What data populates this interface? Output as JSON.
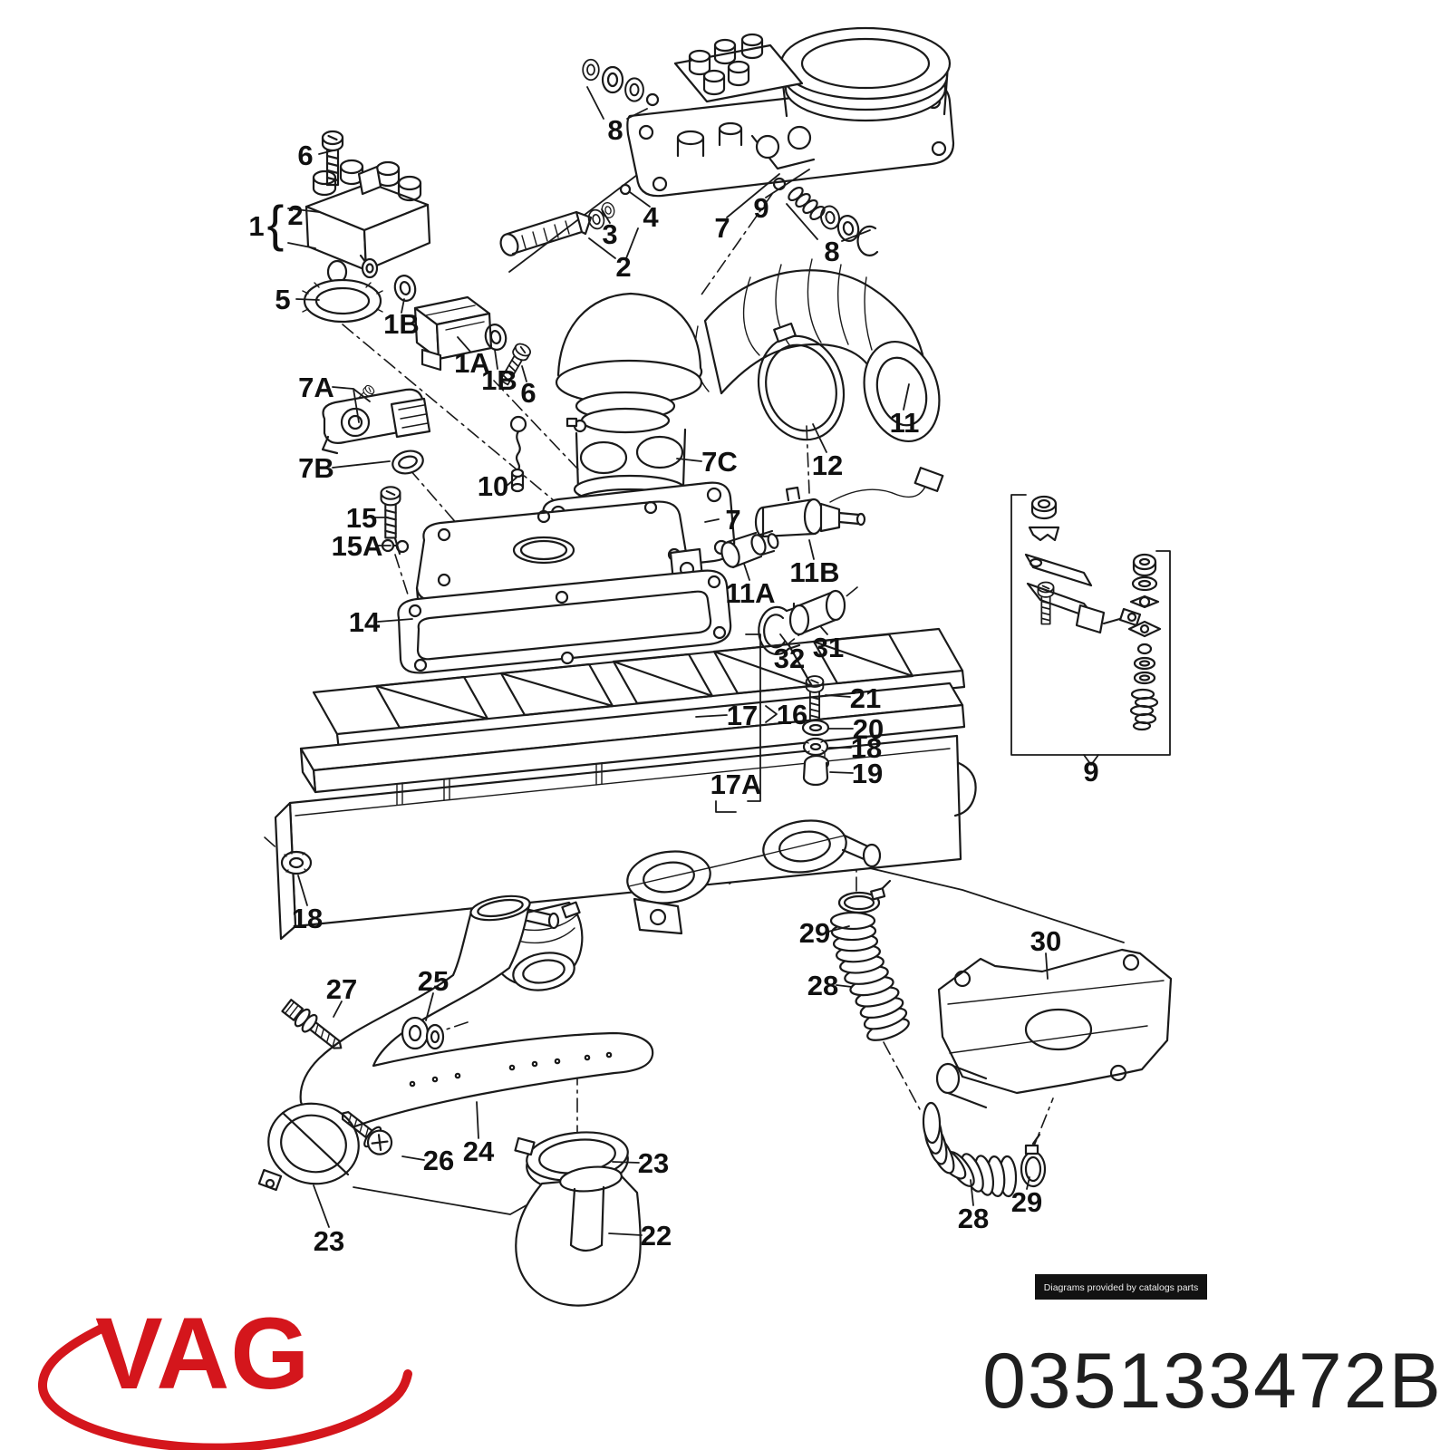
{
  "page": {
    "background": "#ffffff"
  },
  "branding": {
    "logo_text": "VAG",
    "logo_color": "#d4161c"
  },
  "footer": {
    "part_number": "035133472B",
    "watermark": "Diagrams provided by catalogs parts"
  },
  "diagram": {
    "kind": "exploded-parts-diagram",
    "subject": "air cleaner / intake components",
    "brace_glyph": "{",
    "callouts": [
      "6",
      "1",
      "2",
      "5",
      "1B",
      "1A",
      "1B",
      "6",
      "7A",
      "7B",
      "10",
      "15",
      "15A",
      "14",
      "8",
      "3",
      "4",
      "2",
      "7",
      "9",
      "8",
      "11",
      "12",
      "7C",
      "7",
      "11B",
      "11A",
      "32",
      "31",
      "17",
      "16",
      "21",
      "20",
      "18",
      "19",
      "17A",
      "18",
      "29",
      "28",
      "30",
      "27",
      "25",
      "26",
      "24",
      "23",
      "23",
      "22",
      "28",
      "29",
      "9"
    ]
  }
}
